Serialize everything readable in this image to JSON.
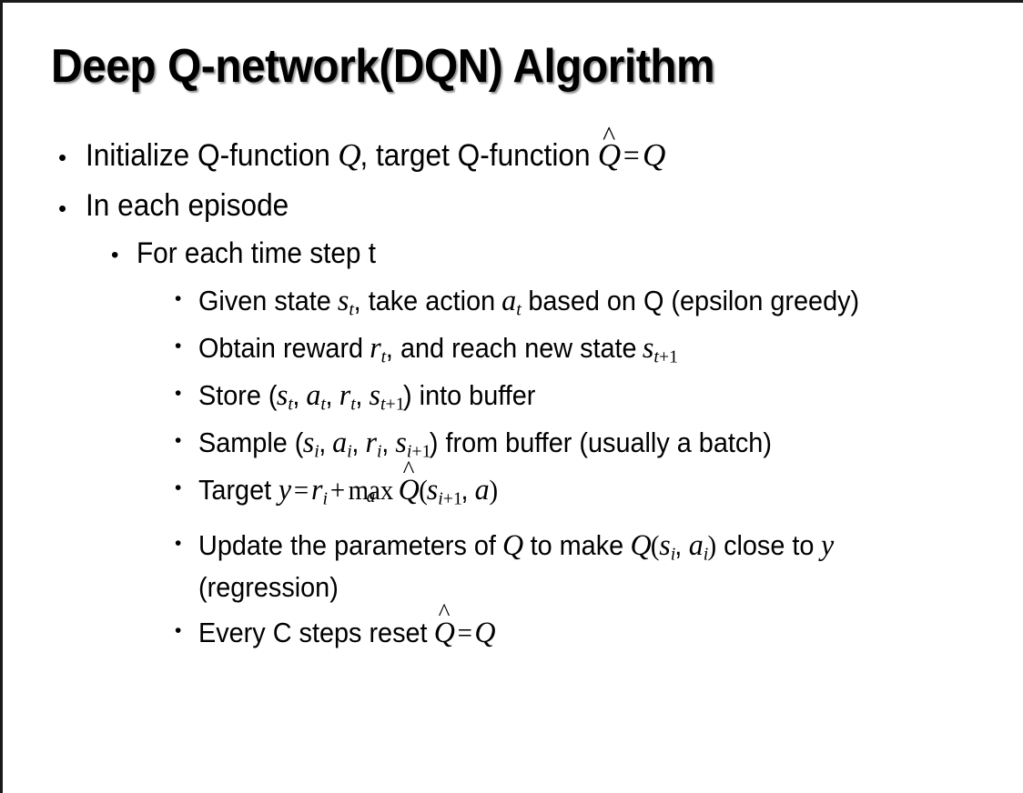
{
  "slide": {
    "title": "Deep Q-network(DQN) Algorithm",
    "background_color": "#ffffff",
    "text_color": "#000000",
    "frame_color": "#1a1a1a",
    "bullet_glyph": "•"
  },
  "content": {
    "b1": {
      "prefix": "Initialize Q-function ",
      "var_q1": "Q",
      "mid": ", target Q-function ",
      "var_qhat": "Q",
      "hat_mark": "^",
      "equals": "=",
      "var_q2": "Q"
    },
    "b2": {
      "text": "In each episode"
    },
    "b3": {
      "text": "For each time step t"
    },
    "b4": {
      "p1": "Given state ",
      "var_s": "s",
      "sub_s": "t",
      "p2": ", take action ",
      "var_a": "a",
      "sub_a": "t",
      "p3": " based on Q (epsilon greedy)"
    },
    "b5": {
      "p1": "Obtain reward ",
      "var_r": "r",
      "sub_r": "t",
      "p2": ", and reach new state ",
      "var_s": "s",
      "sub_s_base": "t",
      "sub_s_plus": "+1"
    },
    "b6": {
      "p1": "Store (",
      "var_s1": "s",
      "sub_s1": "t",
      "c1": ", ",
      "var_a1": "a",
      "sub_a1": "t",
      "c2": ", ",
      "var_r1": "r",
      "sub_r1": "t",
      "c3": ", ",
      "var_s2": "s",
      "sub_s2_base": "t",
      "sub_s2_plus": "+1",
      "p2": ") into buffer"
    },
    "b7": {
      "p1": "Sample (",
      "var_s1": "s",
      "sub_s1": "i",
      "c1": ", ",
      "var_a1": "a",
      "sub_a1": "i",
      "c2": ", ",
      "var_r1": "r",
      "sub_r1": "i",
      "c3": ", ",
      "var_s2": "s",
      "sub_s2_base": "i",
      "sub_s2_plus": "+1",
      "p2": ") from buffer (usually a batch)"
    },
    "b8": {
      "p1": "Target ",
      "var_y": "y",
      "equals": "=",
      "var_r": "r",
      "sub_r": "i",
      "plus": "+",
      "max_op": "max",
      "max_limit": "a",
      "var_qhat": "Q",
      "hat_mark": "^",
      "open": "(",
      "var_s": "s",
      "sub_s_base": "i",
      "sub_s_plus": "+1",
      "comma": ", ",
      "var_a": "a",
      "close": ")"
    },
    "b9": {
      "p1": "Update the parameters of ",
      "var_q1": "Q",
      "p2": " to make ",
      "var_q2": "Q",
      "open": "(",
      "var_s": "s",
      "sub_s": "i",
      "comma": ", ",
      "var_a": "a",
      "sub_a": "i",
      "close": ")",
      "p3": " close to ",
      "var_y": "y",
      "p4": " (regression)"
    },
    "b10": {
      "p1": "Every C steps reset ",
      "var_qhat": "Q",
      "hat_mark": "^",
      "equals": "=",
      "var_q": "Q"
    }
  }
}
